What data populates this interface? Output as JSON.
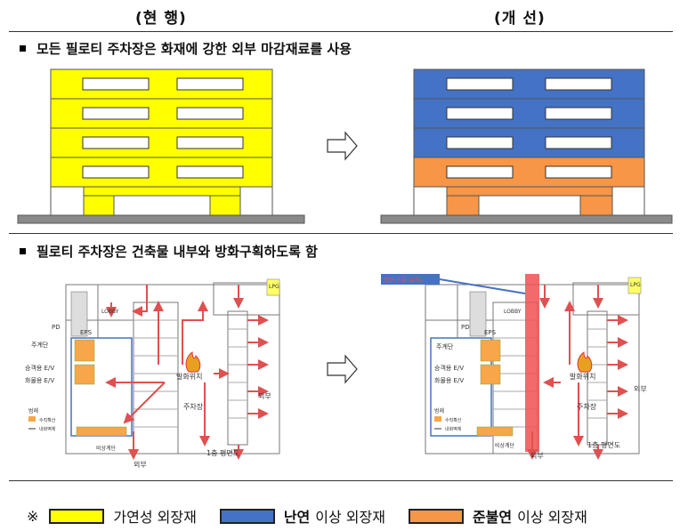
{
  "columns": {
    "current": "(현  행)",
    "improved": "(개  선)"
  },
  "sections": {
    "one": "모든 필로티 주차장은 화재에 강한 외부 마감재료를 사용",
    "two": "필로티 주차장은 건축물 내부와 방화구획하도록 함"
  },
  "colors": {
    "combustible": "#FFFF00",
    "flame_retardant": "#4472C4",
    "semi_noncombustible": "#F79646",
    "fire_line": "#E05050"
  },
  "plan_labels": {
    "lpg": "LPG",
    "pd": "PD",
    "eps": "EPS",
    "lobby": "LOBBY",
    "stair": "주계단",
    "passenger_ev": "승객용 E/V",
    "freight_ev": "화물용 E/V",
    "fire_origin": "발화위치",
    "parking": "주차장",
    "outside": "외부",
    "emergency_stair": "비상계단",
    "floor_plan": "1층 평면도",
    "legend_title": "범례",
    "legend_a": "수직확산",
    "legend_b": "내화벽체",
    "fire_compartment": "방화구획(수직)"
  },
  "legend": {
    "mark": "※",
    "items": [
      {
        "label_strong": "",
        "label": "가연성 외장재"
      },
      {
        "label_strong": "난연",
        "label": "이상 외장재"
      },
      {
        "label_strong": "준불연",
        "label": "이상 외장재"
      }
    ]
  }
}
